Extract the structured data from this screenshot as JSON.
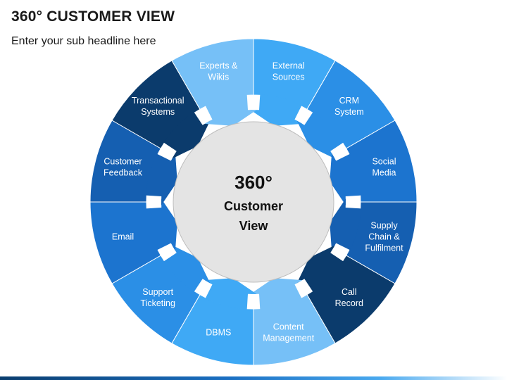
{
  "title": "360° CUSTOMER VIEW",
  "subtitle": "Enter your sub headline here",
  "center": {
    "line1": "360°",
    "line2": "Customer",
    "line3": "View"
  },
  "segments": [
    {
      "lines": [
        "External",
        "Sources"
      ],
      "color": "#3fa9f5"
    },
    {
      "lines": [
        "CRM",
        "System"
      ],
      "color": "#2b8fe6"
    },
    {
      "lines": [
        "Social",
        "Media"
      ],
      "color": "#1c74cf"
    },
    {
      "lines": [
        "Supply",
        "Chain &",
        "Fulfilment"
      ],
      "color": "#155fb1"
    },
    {
      "lines": [
        "Call",
        "Record"
      ],
      "color": "#0b3b6c"
    },
    {
      "lines": [
        "Content",
        "Management"
      ],
      "color": "#76c0f7"
    },
    {
      "lines": [
        "DBMS"
      ],
      "color": "#3fa9f5"
    },
    {
      "lines": [
        "Support",
        "Ticketing"
      ],
      "color": "#2b8fe6"
    },
    {
      "lines": [
        "Email"
      ],
      "color": "#1c74cf"
    },
    {
      "lines": [
        "Customer",
        "Feedback"
      ],
      "color": "#155fb1"
    },
    {
      "lines": [
        "Transactional",
        "Systems"
      ],
      "color": "#0b3b6c"
    },
    {
      "lines": [
        "Experts &",
        "Wikis"
      ],
      "color": "#76c0f7"
    }
  ]
}
